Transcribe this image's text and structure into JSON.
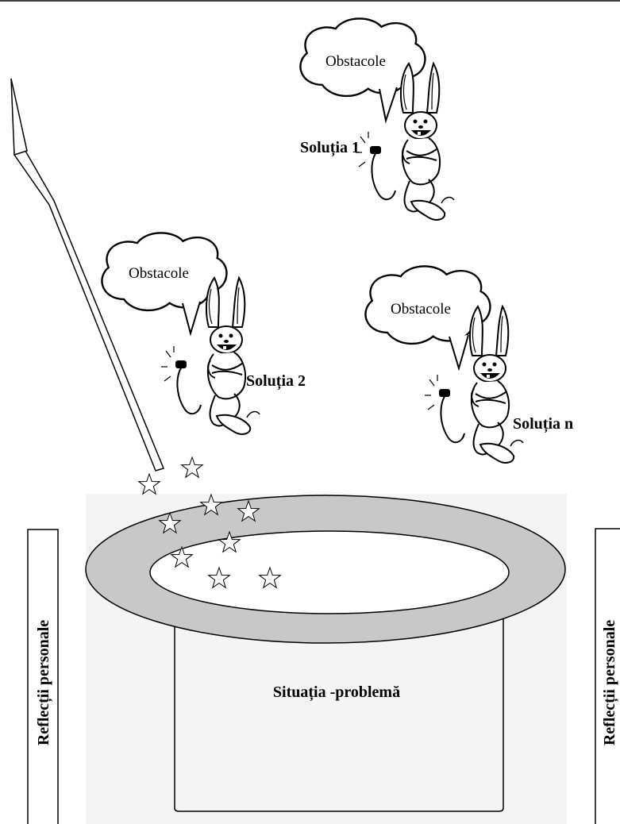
{
  "diagram": {
    "clouds": [
      {
        "label": "Obstacole"
      },
      {
        "label": "Obstacole"
      },
      {
        "label": "Obstacole"
      }
    ],
    "solutions": [
      {
        "label": "Soluția  1"
      },
      {
        "label": "Soluția  2"
      },
      {
        "label": "Soluția  n"
      }
    ],
    "hat_label": "Situația -problemă",
    "side_panels": [
      {
        "label": "Reflecții   personale"
      },
      {
        "label": "Reflecții   personale"
      }
    ]
  }
}
